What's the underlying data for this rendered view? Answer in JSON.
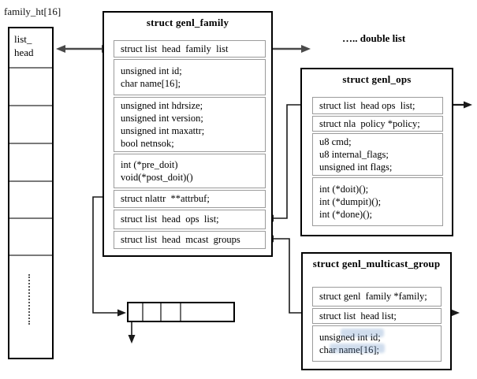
{
  "labels": {
    "family_ht": "family_ht[16]",
    "double_list": "….. double list"
  },
  "hash_table": {
    "first_cell": [
      "list_",
      "head"
    ]
  },
  "genl_family": {
    "title": "struct genl_family",
    "rows": [
      [
        "struct list  head  family  list"
      ],
      [
        "unsigned int id;",
        "char name[16];"
      ],
      [
        "unsigned int hdrsize;",
        "unsigned int version;",
        "unsigned int maxattr;",
        "bool netnsok;"
      ],
      [
        "int (*pre_doit)",
        "void(*post_doit)()"
      ],
      [
        "struct nlattr  **attrbuf;"
      ],
      [
        "struct list  head  ops  list;"
      ],
      [
        "struct list  head  mcast  groups"
      ]
    ]
  },
  "genl_ops": {
    "title": "struct genl_ops",
    "rows": [
      [
        "struct list  head ops  list;"
      ],
      [
        "struct nla  policy *policy;"
      ],
      [
        "u8 cmd;",
        "u8 internal_flags;",
        "unsigned int flags;"
      ],
      [
        "int (*doit)();",
        "int (*dumpit)();",
        "int (*done)();"
      ]
    ]
  },
  "genl_multicast_group": {
    "title": "struct genl_multicast_group",
    "rows": [
      [
        "struct genl  family *family;"
      ],
      [
        "struct list  head list;"
      ],
      [
        "unsigned int id;",
        "char name[16];"
      ]
    ]
  },
  "colors": {
    "outer_border": "#000000",
    "row_border": "#9b9b9b",
    "hash_divider": "#7a7a7a",
    "arrow": "#3f3f3f",
    "watermark_blue": "#6e96c8"
  }
}
